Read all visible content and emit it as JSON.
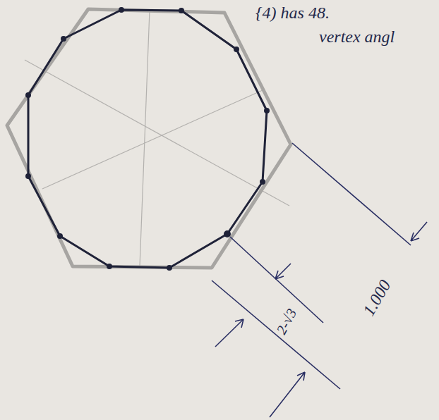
{
  "diagram": {
    "labels": [
      "{4) has 48.",
      "vertex angl",
      "2-√3",
      "1.000"
    ]
  }
}
